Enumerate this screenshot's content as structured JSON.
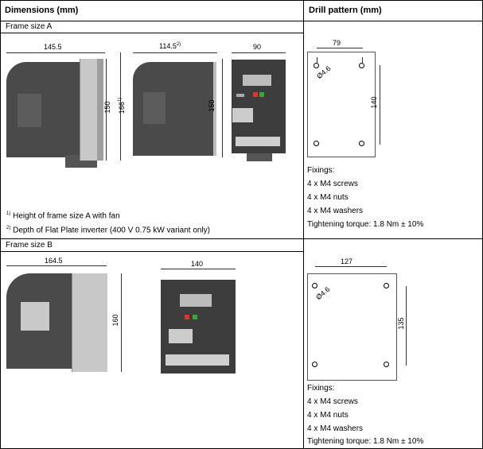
{
  "header": {
    "dimensions_title": "Dimensions (mm)",
    "drill_title": "Drill pattern (mm)"
  },
  "frame_a": {
    "title": "Frame size A",
    "dim_side_width": "145.5",
    "dim_side_height": "150",
    "dim_side_height_fan": "166",
    "dim_side_height_fan_sup": "1)",
    "dim_flat_width": "114.5",
    "dim_flat_width_sup": "2)",
    "dim_flat_height": "150",
    "dim_front_width": "90",
    "footnote1_sup": "1)",
    "footnote1": "Height of frame size A with fan",
    "footnote2_sup": "2)",
    "footnote2": "Depth of Flat Plate inverter (400 V 0.75 kW variant only)",
    "drill": {
      "width": "79",
      "height": "140",
      "hole": "Ø4.6",
      "fixings": [
        "Fixings:",
        "4 x M4 screws",
        "4 x M4 nuts",
        "4 x M4 washers",
        "Tightening torque: 1.8 Nm ± 10%"
      ]
    }
  },
  "frame_b": {
    "title": "Frame size B",
    "dim_side_width": "164.5",
    "dim_side_height": "160",
    "dim_front_width": "140",
    "drill": {
      "width": "127",
      "height": "135",
      "hole": "Ø4.6",
      "fixings": [
        "Fixings:",
        "4 x M4 screws",
        "4 x M4 nuts",
        "4 x M4 washers",
        "Tightening torque: 1.8 Nm ± 10%"
      ]
    }
  },
  "colors": {
    "device_dark": "#4a4a4a",
    "heatsink": "#c8c8c8",
    "border": "#000000"
  }
}
